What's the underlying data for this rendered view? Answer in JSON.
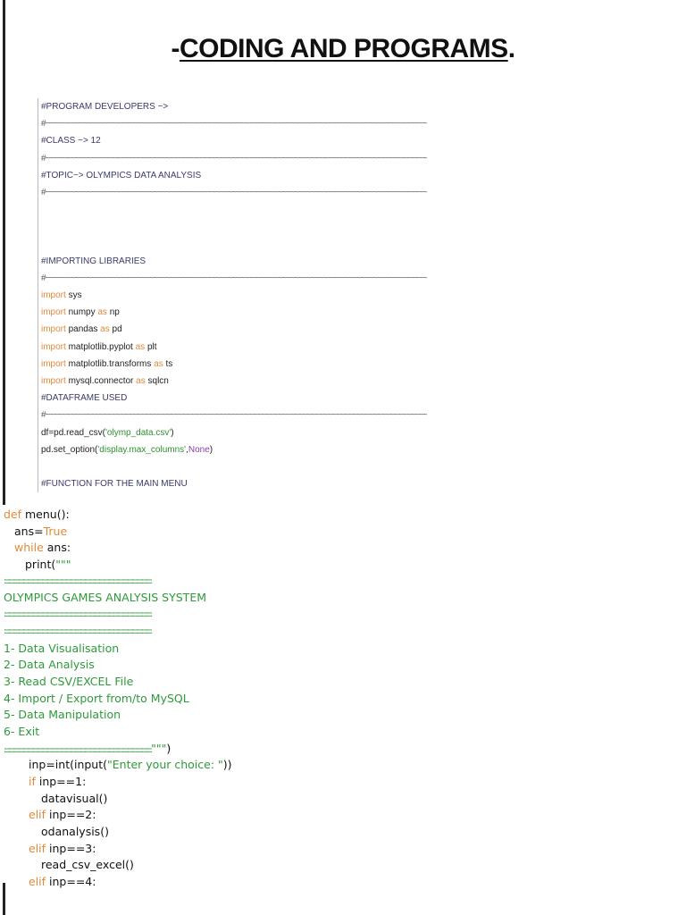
{
  "title": {
    "dash": "-",
    "text": "CODING AND PROGRAMS",
    "period": "."
  },
  "block1": {
    "dev_header": "#PROGRAM DEVELOPERS ~>",
    "sep": "#~~~~~~~~~~~~~~~~~~~~~~~~~~~~~~~~~~~~~~~~~~~~~~~~~~~~~~~~~~~~~~~~~~~~~~~~~~~~~~~~~~~~~~~~~~~~",
    "class_line": "#CLASS ~> 12",
    "topic_line": "#TOPIC~> OLYMPICS DATA ANALYSIS",
    "import_header": "#IMPORTING LIBRARIES",
    "kw_import": "import",
    "kw_as": "as",
    "imports": [
      {
        "mod": "sys",
        "alias": ""
      },
      {
        "mod": "numpy",
        "alias": "np"
      },
      {
        "mod": "pandas",
        "alias": "pd"
      },
      {
        "mod": "matplotlib.pyplot",
        "alias": "plt"
      },
      {
        "mod": "matplotlib.transforms",
        "alias": "ts"
      },
      {
        "mod": "mysql.connector",
        "alias": "sqlcn"
      }
    ],
    "dataframe_header": "#DATAFRAME USED",
    "df_prefix": "df=pd.read_csv(",
    "df_str": "'olymp_data.csv'",
    "df_suffix": ")",
    "opt_prefix": "pd.set_option(",
    "opt_str": "'display.max_columns'",
    "opt_comma": ",",
    "opt_none": "None",
    "opt_suffix": ")",
    "menu_header": "#FUNCTION FOR THE MAIN MENU"
  },
  "block2": {
    "kw_def": "def",
    "def_rest": " menu():",
    "ans_prefix": "ans=",
    "ans_true": "True",
    "kw_while": "while",
    "while_rest": " ans:",
    "print_prefix": "print(",
    "print_quotes": "\"\"\"",
    "colons": "::::::::::::::::::::::::::::::::::::::::::::::::::::::::::::::::::::::::::::::::::::::::::::::::::::::::::::::::::::::::::::::::::::::",
    "system_title": "OLYMPICS GAMES ANALYSIS SYSTEM",
    "menu_items": [
      "1- Data Visualisation",
      "2- Data Analysis",
      "3- Read CSV/EXCEL File",
      "4- Import / Export from/to MySQL",
      "5- Data Manipulation",
      "6- Exit"
    ],
    "close_quotes": "\"\"\"",
    "close_paren": ")",
    "inp_prefix": "inp=int(input(",
    "inp_str": "\"Enter your choice: \"",
    "inp_suffix": "))",
    "kw_if": "if",
    "kw_elif": "elif",
    "cond1": " inp==1:",
    "call1": "datavisual()",
    "cond2": " inp==2:",
    "call2": "odanalysis()",
    "cond3": " inp==3:",
    "call3": "read_csv_excel()",
    "cond4": " inp==4:"
  }
}
